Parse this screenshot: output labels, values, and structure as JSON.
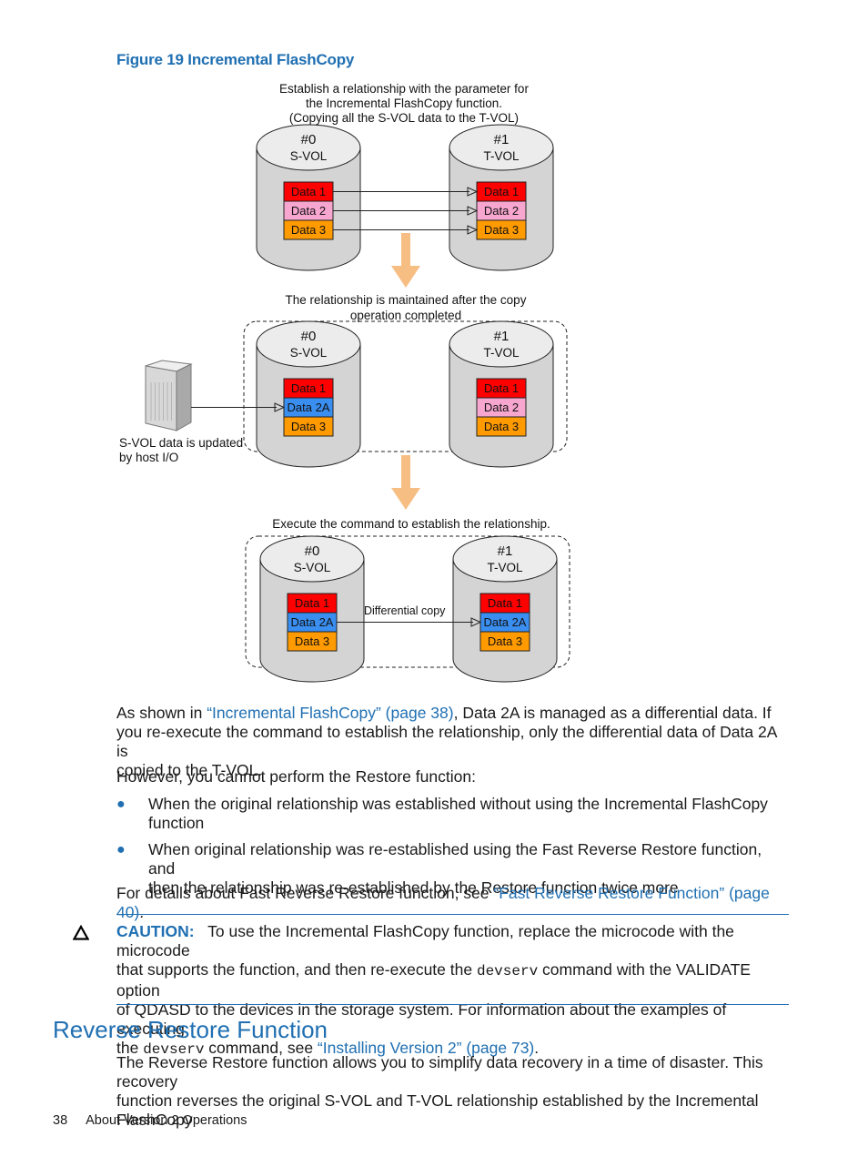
{
  "figure": {
    "caption": "Figure 19 Incremental FlashCopy",
    "panel1": {
      "note_lines": [
        "Establish a relationship with the parameter for",
        "the Incremental FlashCopy function.",
        "(Copying all the S-VOL data to the T-VOL)"
      ],
      "source": {
        "num": "#0",
        "label": "S-VOL",
        "data": [
          "Data 1",
          "Data 2",
          "Data 3"
        ]
      },
      "target": {
        "num": "#1",
        "label": "T-VOL",
        "data": [
          "Data 1",
          "Data 2",
          "Data 3"
        ]
      }
    },
    "panel2": {
      "note_lines": [
        "The relationship is maintained after the copy",
        "operation completed"
      ],
      "source": {
        "num": "#0",
        "label": "S-VOL",
        "data": [
          "Data 1",
          "Data 2A",
          "Data 3"
        ]
      },
      "target": {
        "num": "#1",
        "label": "T-VOL",
        "data": [
          "Data 1",
          "Data 2",
          "Data 3"
        ]
      },
      "host_lines": [
        "S-VOL data is updated",
        "by host I/O"
      ]
    },
    "panel3": {
      "note_lines": [
        "Execute the command to establish the relationship."
      ],
      "source": {
        "num": "#0",
        "label": "S-VOL",
        "data": [
          "Data 1",
          "Data 2A",
          "Data 3"
        ]
      },
      "target": {
        "num": "#1",
        "label": "T-VOL",
        "data": [
          "Data 1",
          "Data 2A",
          "Data 3"
        ]
      },
      "arrow_label": "Differential copy"
    },
    "colors": {
      "data1": "#ff0000",
      "data2": "#f7a6cf",
      "data2a": "#3a8ef0",
      "data3": "#ff9a00",
      "step_arrow": "#f7be84",
      "link": "#1f6fb2"
    }
  },
  "para1": {
    "before": "As shown in ",
    "link": "“Incremental FlashCopy” (page 38)",
    "after_line1": ", Data 2A is managed as a differential data. If",
    "line2": "you re-execute the command to establish the relationship, only the differential data of Data 2A is",
    "line3": "copied to the T-VOL."
  },
  "para2": "However, you cannot perform the Restore function:",
  "bullets": [
    {
      "line1": "When the original relationship was established without using the Incremental FlashCopy",
      "line2": "function"
    },
    {
      "line1": "When original relationship was re-established using the Fast Reverse Restore function, and",
      "line2": "then the relationship was re-established by the Restore function twice more"
    }
  ],
  "para3": {
    "before": "For details about Fast Reverse Restore function, see ",
    "link": "“Fast Reverse Restore Function” (page 40)",
    "after": "."
  },
  "caution": {
    "label": "CAUTION:",
    "line1": "To use the Incremental FlashCopy function, replace the microcode with the microcode",
    "line2_a": "that supports the function, and then re-execute the ",
    "code": "devserv",
    "line2_b": " command with the VALIDATE option",
    "line3": "of QDASD to the devices in the storage system. For information about the examples of executing",
    "line4_a": "the ",
    "line4_b": " command, see ",
    "link": "“Installing Version 2” (page 73)",
    "line4_c": "."
  },
  "section": {
    "title": "Reverse Restore Function",
    "line1": "The Reverse Restore function allows you to simplify data recovery in a time of disaster. This recovery",
    "line2": "function reverses the original S-VOL and T-VOL relationship established by the Incremental FlashCopy"
  },
  "footer": {
    "page": "38",
    "title": "About Version 2 Operations"
  }
}
